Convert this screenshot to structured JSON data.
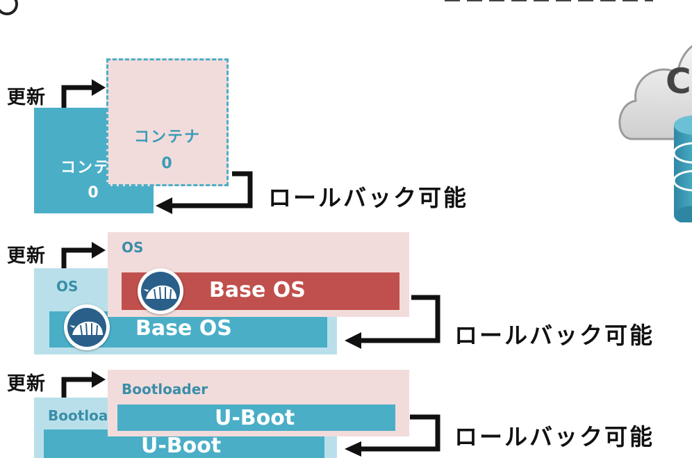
{
  "labels": {
    "update": "更新",
    "rollback": "ロールバック可能"
  },
  "container": {
    "old_line1": "コンテナ",
    "old_line2": "0",
    "new_line1": "コンテナ",
    "new_line2": "0"
  },
  "os": {
    "panel_title": "OS",
    "base_os": "Base OS"
  },
  "bootloader": {
    "panel_title": "Bootloader",
    "uboot": "U-Boot"
  },
  "cloud": {
    "partial_letter": "C"
  },
  "colors": {
    "teal": "#4aaec7",
    "light_teal": "#b9e0ea",
    "pink": "#f2dcdb",
    "red": "#c0504d",
    "db": "#3b98b5"
  }
}
